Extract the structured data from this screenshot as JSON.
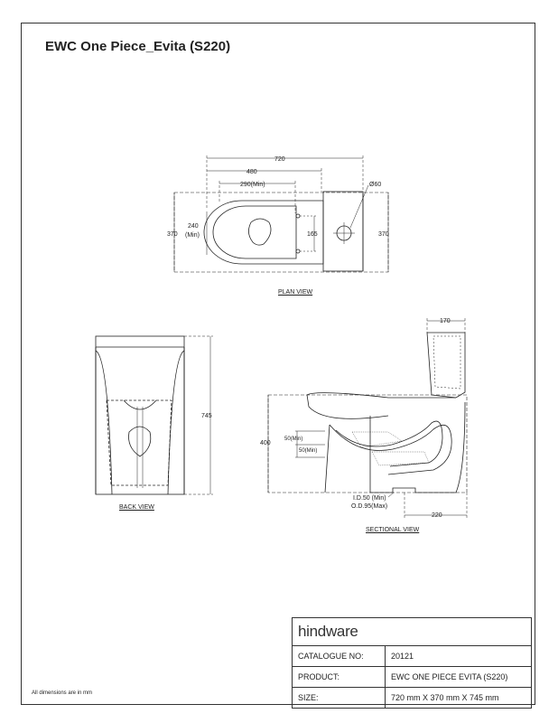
{
  "title": "EWC One Piece_Evita (S220)",
  "plan_view": {
    "label": "PLAN VIEW",
    "dims": {
      "overall_length": "720",
      "length_480": "480",
      "min_290": "290(Min)",
      "dia": "Ø60",
      "width_left": "370",
      "width_right": "370",
      "c240_a": "240",
      "c240_b": "(Min)",
      "c165": "165"
    }
  },
  "back_view": {
    "label": "BACK VIEW",
    "height": "745"
  },
  "sectional_view": {
    "label": "SECTIONAL VIEW",
    "dims": {
      "top_170": "170",
      "height_400": "400",
      "min50_a": "50(Min)",
      "min50_b": "50(Min)",
      "id": "I.D.50 (Min)",
      "od": "O.D.95(Max)",
      "bottom_220": "220"
    }
  },
  "note": "All dimensions are in mm",
  "titleblock": {
    "brand": "hindware",
    "rows": [
      {
        "key": "CATALOGUE NO:",
        "value": "20121"
      },
      {
        "key": "PRODUCT:",
        "value": "EWC ONE PIECE EVITA (S220)"
      },
      {
        "key": "SIZE:",
        "value": "720 mm X 370 mm X 745 mm"
      }
    ]
  }
}
